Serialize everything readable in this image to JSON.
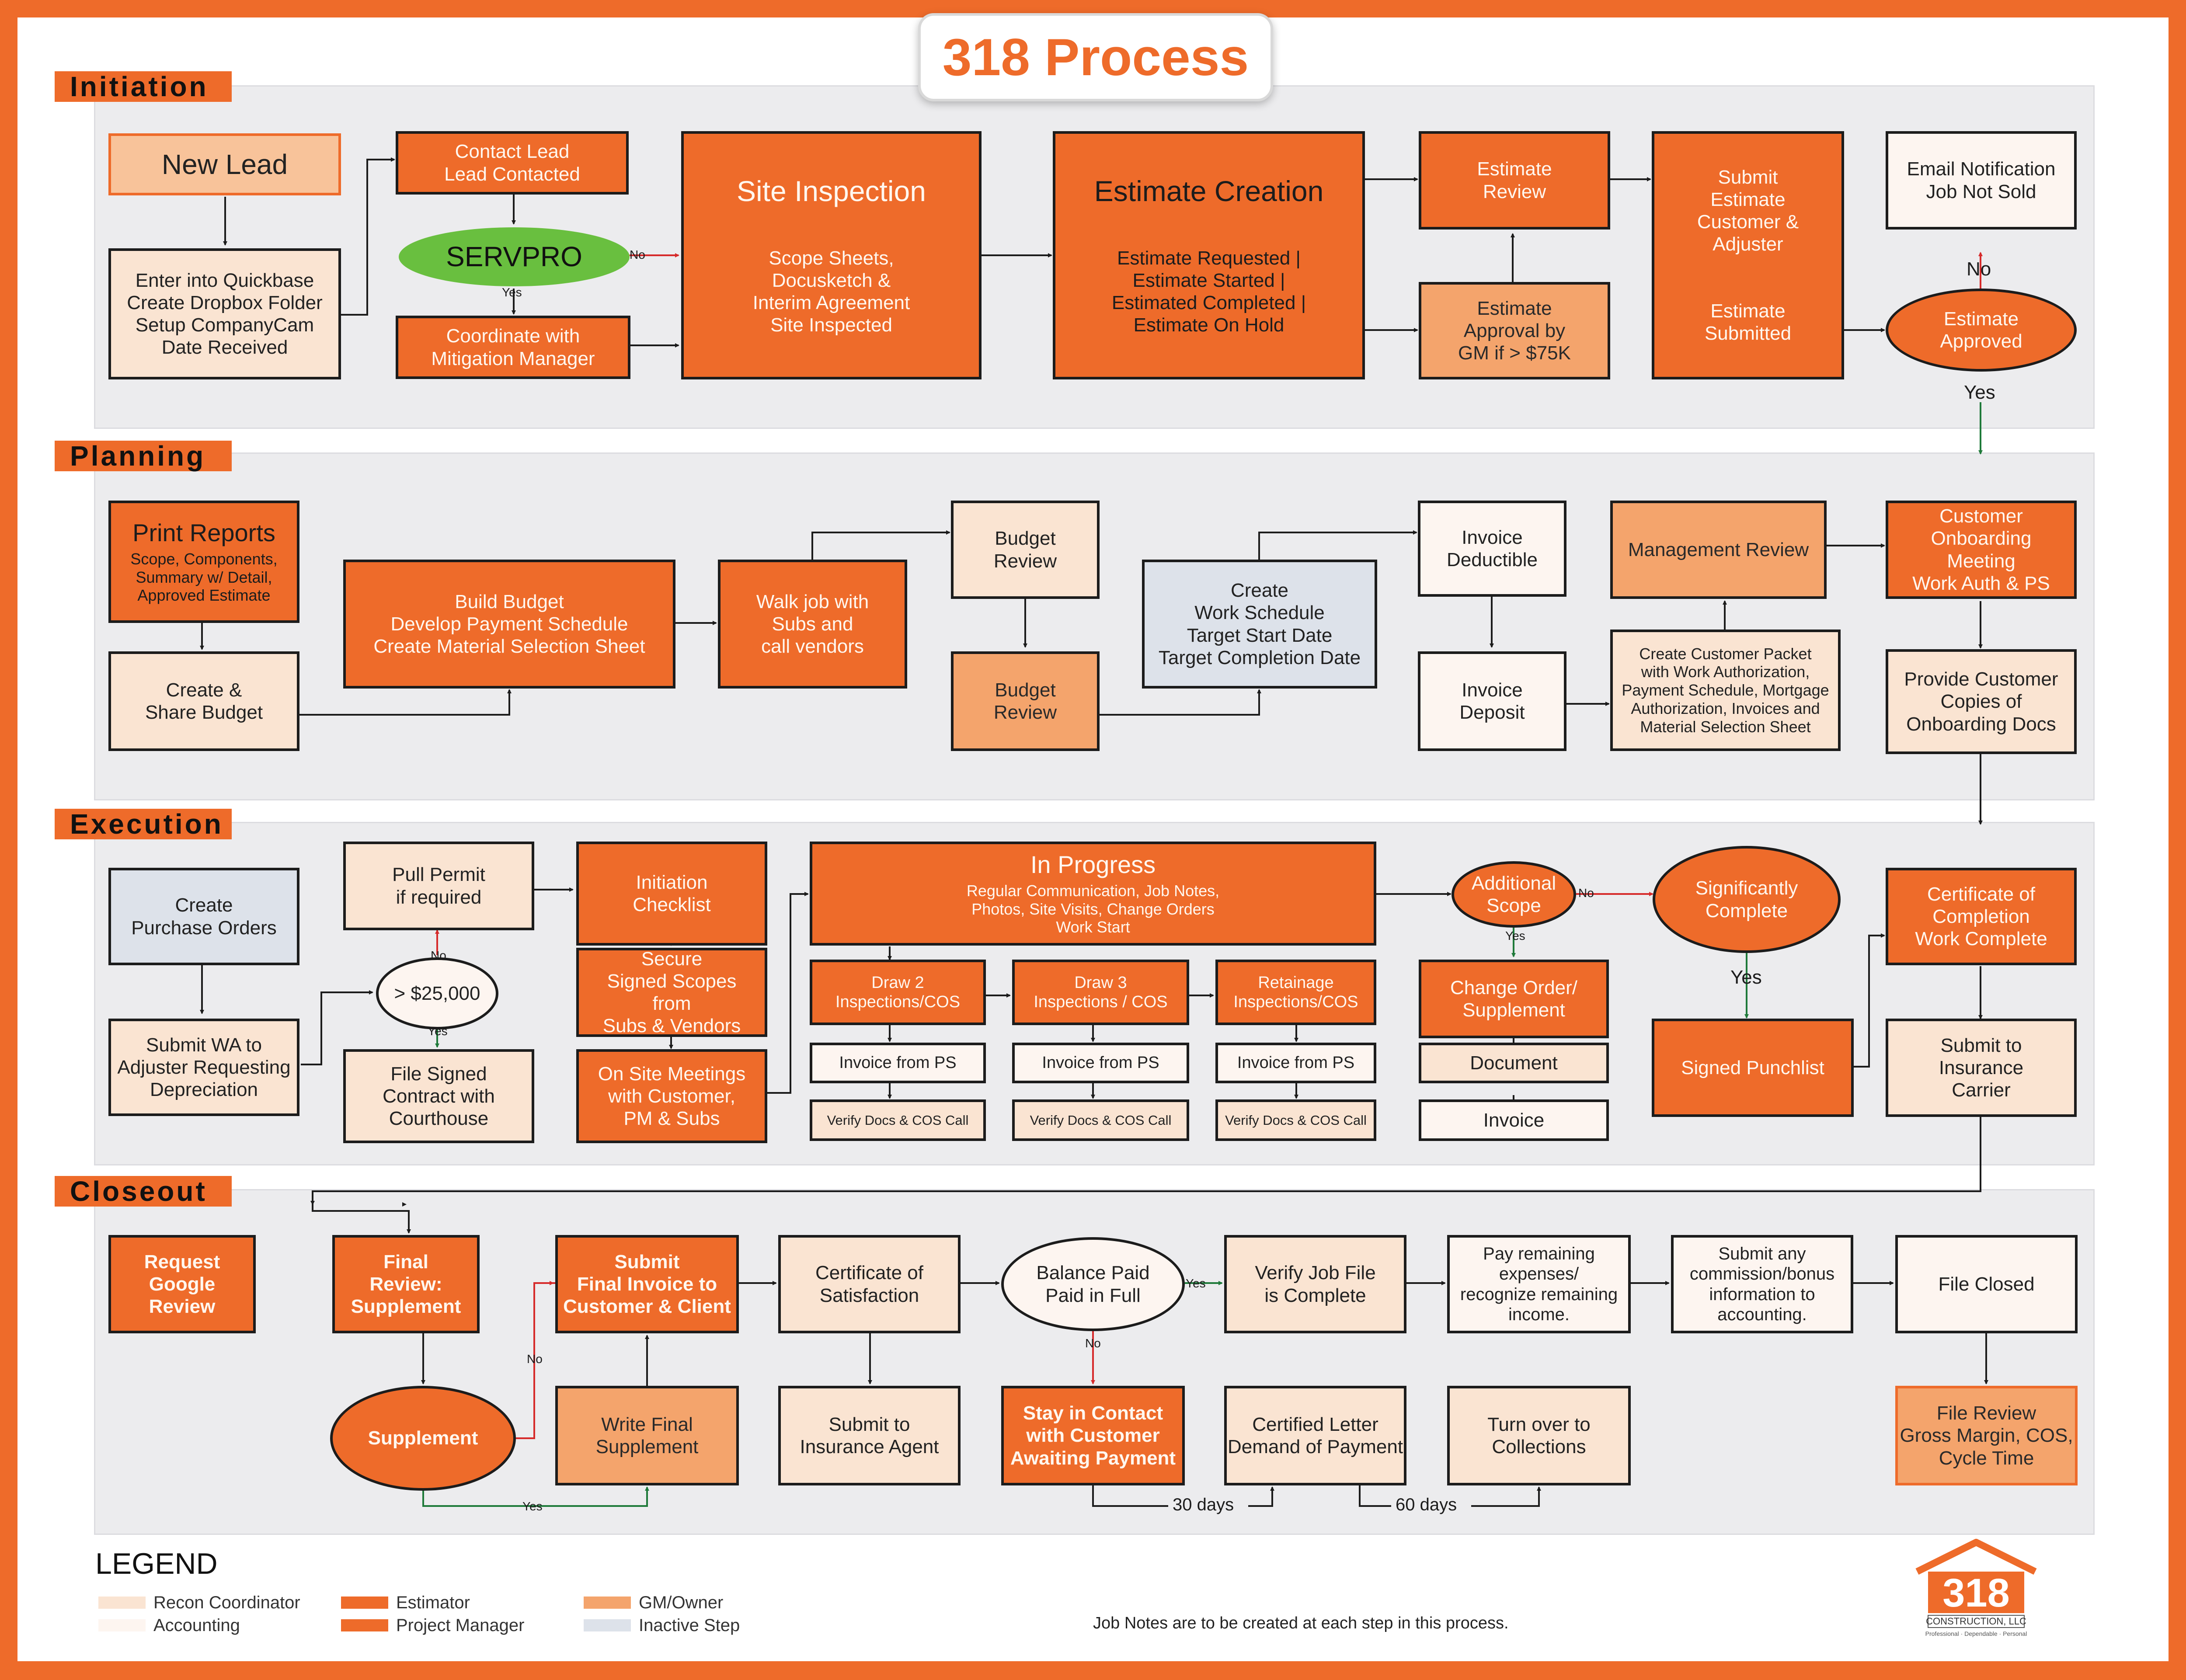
{
  "title": "318 Process",
  "lanes": [
    {
      "label": "Initiation"
    },
    {
      "label": "Planning"
    },
    {
      "label": "Execution"
    },
    {
      "label": "Closeout"
    }
  ],
  "colors": {
    "estimator_project_manager": "#ee6b2a",
    "gm_owner": "#f4a46c",
    "recon_coordinator": "#fae4d2",
    "accounting": "#fdf5f0",
    "inactive_step": "#dde2ea",
    "yes_arrow": "#1f7a3a",
    "no_arrow": "#d62b2b"
  },
  "nodes": [
    {
      "id": "new-lead",
      "text": "New Lead",
      "role": "lead"
    },
    {
      "id": "enter-quickbase",
      "text": "Enter into Quickbase\nCreate Dropbox Folder\nSetup CompanyCam\nDate Received",
      "role": "recon"
    },
    {
      "id": "contact-lead",
      "text": "Contact Lead\nLead Contacted",
      "role": "estimator"
    },
    {
      "id": "servpro",
      "text": "SERVPRO",
      "role": "servpro"
    },
    {
      "id": "coordinate-mitigation",
      "text": "Coordinate with\nMitigation Manager",
      "role": "estimator"
    },
    {
      "id": "site-inspection",
      "title": "Site Inspection",
      "text": "Scope Sheets,\nDocusketch &\nInterim Agreement\nSite Inspected",
      "role": "estimator"
    },
    {
      "id": "estimate-creation",
      "title": "Estimate Creation",
      "text": "Estimate Requested |\nEstimate Started |\nEstimated Completed |\nEstimate On Hold",
      "role": "estimator"
    },
    {
      "id": "estimate-review",
      "text": "Estimate\nReview",
      "role": "estimator"
    },
    {
      "id": "estimate-approval",
      "text": "Estimate\nApproval by\nGM if > $75K",
      "role": "gm"
    },
    {
      "id": "submit-estimate",
      "text": "Submit\nEstimate\nCustomer &\nAdjuster\n\n\nEstimate\nSubmitted",
      "role": "estimator"
    },
    {
      "id": "email-notification",
      "text": "Email Notification\nJob Not Sold",
      "role": "accounting"
    },
    {
      "id": "estimate-approved",
      "text": "Estimate\nApproved",
      "role": "estimator"
    },
    {
      "id": "print-reports",
      "title": "Print Reports",
      "text": "Scope, Components,\nSummary w/ Detail,\nApproved Estimate",
      "role": "estimator"
    },
    {
      "id": "create-share-budget",
      "text": "Create &\nShare Budget",
      "role": "recon"
    },
    {
      "id": "build-budget",
      "text": "Build Budget\nDevelop Payment Schedule\nCreate Material Selection Sheet",
      "role": "estimator"
    },
    {
      "id": "walk-job",
      "text": "Walk job with\nSubs and\ncall vendors",
      "role": "estimator"
    },
    {
      "id": "budget-review-1",
      "text": "Budget\nReview",
      "role": "recon"
    },
    {
      "id": "budget-review-2",
      "text": "Budget\nReview",
      "role": "gm"
    },
    {
      "id": "create-work-schedule",
      "text": "Create\nWork Schedule\nTarget Start Date\nTarget Completion Date",
      "role": "inactive"
    },
    {
      "id": "invoice-deductible",
      "text": "Invoice\nDeductible",
      "role": "accounting"
    },
    {
      "id": "invoice-deposit",
      "text": "Invoice\nDeposit",
      "role": "accounting"
    },
    {
      "id": "management-review",
      "text": "Management Review",
      "role": "gm"
    },
    {
      "id": "customer-packet",
      "text": "Create Customer Packet\nwith Work Authorization,\nPayment Schedule, Mortgage\nAuthorization, Invoices and\nMaterial Selection Sheet",
      "role": "recon"
    },
    {
      "id": "customer-onboarding",
      "text": "Customer\nOnboarding\nMeeting\nWork Auth & PS",
      "role": "estimator"
    },
    {
      "id": "provide-copies",
      "text": "Provide Customer\nCopies of\nOnboarding Docs",
      "role": "recon"
    },
    {
      "id": "create-po",
      "text": "Create\nPurchase Orders",
      "role": "inactive"
    },
    {
      "id": "submit-wa",
      "text": "Submit WA to\nAdjuster Requesting\nDepreciation",
      "role": "recon"
    },
    {
      "id": "pull-permit",
      "text": "Pull Permit\nif required",
      "role": "recon"
    },
    {
      "id": "over-25000",
      "text": "> $25,000",
      "role": "accounting"
    },
    {
      "id": "file-signed-contract",
      "text": "File Signed\nContract with\nCourthouse",
      "role": "recon"
    },
    {
      "id": "initiation-checklist",
      "text": "Initiation\nChecklist",
      "role": "estimator"
    },
    {
      "id": "secure-signed-scopes",
      "text": "Secure\nSigned Scopes\nfrom\nSubs & Vendors",
      "role": "estimator"
    },
    {
      "id": "on-site-meetings",
      "text": "On Site Meetings\nwith Customer,\nPM & Subs",
      "role": "estimator"
    },
    {
      "id": "in-progress",
      "title": "In Progress",
      "text": "Regular Communication, Job Notes,\nPhotos, Site Visits, Change Orders\nWork Start",
      "role": "estimator"
    },
    {
      "id": "draw-2",
      "text": "Draw 2\nInspections/COS",
      "role": "estimator"
    },
    {
      "id": "draw-3",
      "text": "Draw 3\nInspections / COS",
      "role": "estimator"
    },
    {
      "id": "retainage",
      "text": "Retainage\nInspections/COS",
      "role": "estimator"
    },
    {
      "id": "invoice-ps-1",
      "text": "Invoice from PS",
      "role": "accounting"
    },
    {
      "id": "invoice-ps-2",
      "text": "Invoice from PS",
      "role": "accounting"
    },
    {
      "id": "invoice-ps-3",
      "text": "Invoice from PS",
      "role": "accounting"
    },
    {
      "id": "verify-docs-1",
      "text": "Verify Docs & COS Call",
      "role": "recon"
    },
    {
      "id": "verify-docs-2",
      "text": "Verify Docs & COS Call",
      "role": "recon"
    },
    {
      "id": "verify-docs-3",
      "text": "Verify Docs & COS Call",
      "role": "recon"
    },
    {
      "id": "additional-scope",
      "text": "Additional\nScope",
      "role": "estimator"
    },
    {
      "id": "change-order",
      "text": "Change Order/\nSupplement",
      "role": "estimator"
    },
    {
      "id": "document",
      "text": "Document",
      "role": "recon"
    },
    {
      "id": "invoice",
      "text": "Invoice",
      "role": "accounting"
    },
    {
      "id": "significantly-complete",
      "text": "Significantly\nComplete",
      "role": "estimator"
    },
    {
      "id": "signed-punchlist",
      "text": "Signed Punchlist",
      "role": "estimator"
    },
    {
      "id": "certificate-completion",
      "text": "Certificate of\nCompletion\nWork Complete",
      "role": "estimator"
    },
    {
      "id": "submit-insurance-carrier",
      "text": "Submit to\nInsurance\nCarrier",
      "role": "recon"
    },
    {
      "id": "request-google-review",
      "text": "Request\nGoogle\nReview",
      "role": "estimator-bold"
    },
    {
      "id": "final-review",
      "text": "Final\nReview:\nSupplement",
      "role": "estimator-bold"
    },
    {
      "id": "supplement",
      "text": "Supplement",
      "role": "estimator-bold"
    },
    {
      "id": "submit-final-invoice",
      "text": "Submit\nFinal Invoice to\nCustomer & Client",
      "role": "estimator-bold"
    },
    {
      "id": "write-final-supplement",
      "text": "Write Final\nSupplement",
      "role": "gm"
    },
    {
      "id": "certificate-satisfaction",
      "text": "Certificate of\nSatisfaction",
      "role": "recon"
    },
    {
      "id": "submit-insurance-agent",
      "text": "Submit to\nInsurance Agent",
      "role": "recon"
    },
    {
      "id": "balance-paid",
      "text": "Balance Paid\nPaid in Full",
      "role": "accounting"
    },
    {
      "id": "stay-in-contact",
      "text": "Stay in Contact\nwith Customer\nAwaiting Payment",
      "role": "estimator-bold"
    },
    {
      "id": "verify-job-file",
      "text": "Verify Job File\nis Complete",
      "role": "recon"
    },
    {
      "id": "certified-letter",
      "text": "Certified Letter\nDemand of Payment",
      "role": "recon"
    },
    {
      "id": "pay-remaining",
      "text": "Pay remaining\nexpenses/\nrecognize remaining\nincome.",
      "role": "accounting"
    },
    {
      "id": "turn-over-collections",
      "text": "Turn over to\nCollections",
      "role": "recon"
    },
    {
      "id": "submit-commission",
      "text": "Submit any\ncommission/bonus\ninformation to\naccounting.",
      "role": "accounting"
    },
    {
      "id": "file-closed",
      "text": "File Closed",
      "role": "accounting"
    },
    {
      "id": "file-review",
      "text": "File Review\nGross Margin, COS,\nCycle Time",
      "role": "gm-orange"
    }
  ],
  "edge_labels": [
    {
      "id": "servpro-no",
      "text": "No"
    },
    {
      "id": "servpro-yes",
      "text": "Yes"
    },
    {
      "id": "approved-no",
      "text": "No"
    },
    {
      "id": "approved-yes",
      "text": "Yes"
    },
    {
      "id": "permit-no",
      "text": "No"
    },
    {
      "id": "permit-yes",
      "text": "Yes"
    },
    {
      "id": "addscope-no",
      "text": "No"
    },
    {
      "id": "addscope-yes",
      "text": "Yes"
    },
    {
      "id": "sigcomplete-yes",
      "text": "Yes"
    },
    {
      "id": "supplement-no",
      "text": "No"
    },
    {
      "id": "supplement-yes",
      "text": "Yes"
    },
    {
      "id": "balance-yes",
      "text": "Yes"
    },
    {
      "id": "balance-no",
      "text": "No"
    },
    {
      "id": "days-30",
      "text": "30 days"
    },
    {
      "id": "days-60",
      "text": "60 days"
    }
  ],
  "legend": {
    "title": "LEGEND",
    "items": [
      {
        "label": "Recon Coordinator",
        "color": "#fae4d2"
      },
      {
        "label": "Accounting",
        "color": "#fdf5f0"
      },
      {
        "label": "Estimator",
        "color": "#ee6b2a"
      },
      {
        "label": "Project Manager",
        "color": "#ee6b2a"
      },
      {
        "label": "GM/Owner",
        "color": "#f4a46c"
      },
      {
        "label": "Inactive Step",
        "color": "#dde2ea"
      }
    ]
  },
  "footnote": "Job Notes are to be created at each step in this process.",
  "logo": {
    "number": "318",
    "company": "CONSTRUCTION, LLC",
    "tagline": "Professional · Dependable · Personal"
  }
}
